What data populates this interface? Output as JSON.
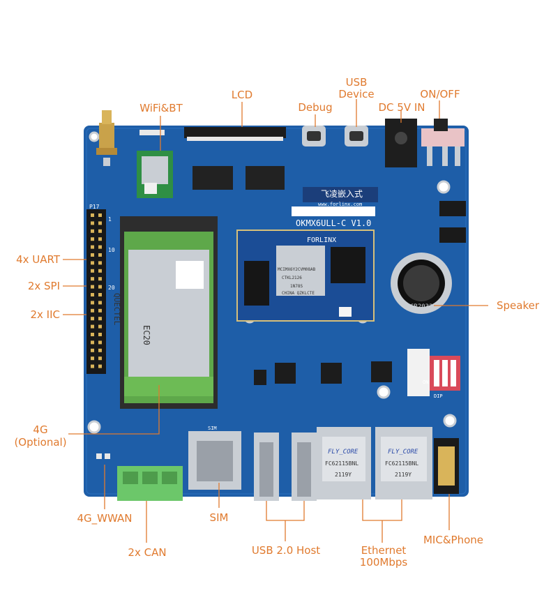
{
  "labels": {
    "wifi_bt": "WiFi&BT",
    "lcd": "LCD",
    "debug": "Debug",
    "usb_device_line1": "USB",
    "usb_device_line2": "Device",
    "dc_in": "DC 5V IN",
    "on_off": "ON/OFF",
    "uart": "4x UART",
    "spi": "2x SPI",
    "iic": "2x IIC",
    "speaker": "Speaker",
    "g4_line1": "4G",
    "g4_line2": "(Optional)",
    "wwan": "4G_WWAN",
    "sim": "SIM",
    "can": "2x CAN",
    "usb_host": "USB 2.0 Host",
    "ethernet_line1": "Ethernet",
    "ethernet_line2": "100Mbps",
    "mic_phone": "MIC&Phone"
  },
  "board": {
    "model": "OKMX6ULL-C V1.0",
    "brand": "FORLINX",
    "brand_cn": "飞凌嵌入式",
    "website": "www.forlinx.com",
    "som_chip_line1": "MCIMX6Y2CVM08AB",
    "som_chip_line2": "CTKL2126",
    "som_chip_line3": "1N78S",
    "som_chip_line4": "CHINA  QZKLCTE",
    "module_brand": "QUECTEL",
    "module_model": "EC20",
    "eth_brand": "FLY_CORE",
    "eth_model": "FC62115BNL",
    "eth_date": "2119Y",
    "battery": "CR2032",
    "header_ref": "P17",
    "pin_1": "1",
    "pin_10": "10",
    "pin_20": "20",
    "dip": "DIP",
    "on": "ON",
    "sim_ref": "SIM"
  },
  "colors": {
    "label": "#e07a2e",
    "leader": "#e07a2e",
    "pcb": "#1e5ea8",
    "pcb_dark": "#17508f",
    "module_green": "#5ea84a",
    "terminal_green": "#6cc76a",
    "silver": "#c9ced4"
  }
}
